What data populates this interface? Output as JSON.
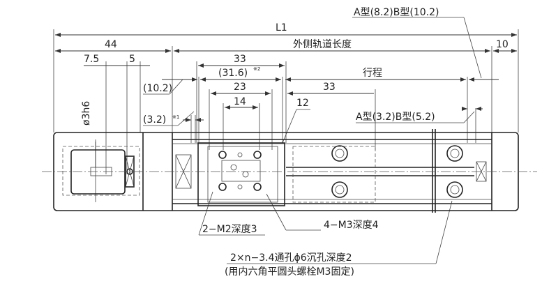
{
  "labels": {
    "l1": "L1",
    "dim_44": "44",
    "outer_rail_length": "外侧轨道长度",
    "dim_10": "10",
    "dim_7_5": "7.5",
    "dim_5": "5",
    "dim_33_top": "33",
    "dim_31_6": "(31.6)",
    "note_2": "※2",
    "stroke": "行程",
    "dim_10_2": "(10.2)",
    "dim_23": "23",
    "dim_33_mid": "33",
    "dim_14": "14",
    "dim_12": "12",
    "dim_3_2": "(3.2)",
    "note_1": "※1",
    "shaft_dia": "ø3h6",
    "type_ab_top": "A型(8.2)B型(10.2)",
    "type_ab_mid": "A型(3.2)B型(5.2)",
    "m2_depth": "2−M2深度3",
    "m3_depth": "4−M3深度4",
    "through_hole": "2×n−3.4通孔ϕ6沉孔深度2",
    "bolt_note": "(用内六角平圆头螺栓M3固定)"
  }
}
